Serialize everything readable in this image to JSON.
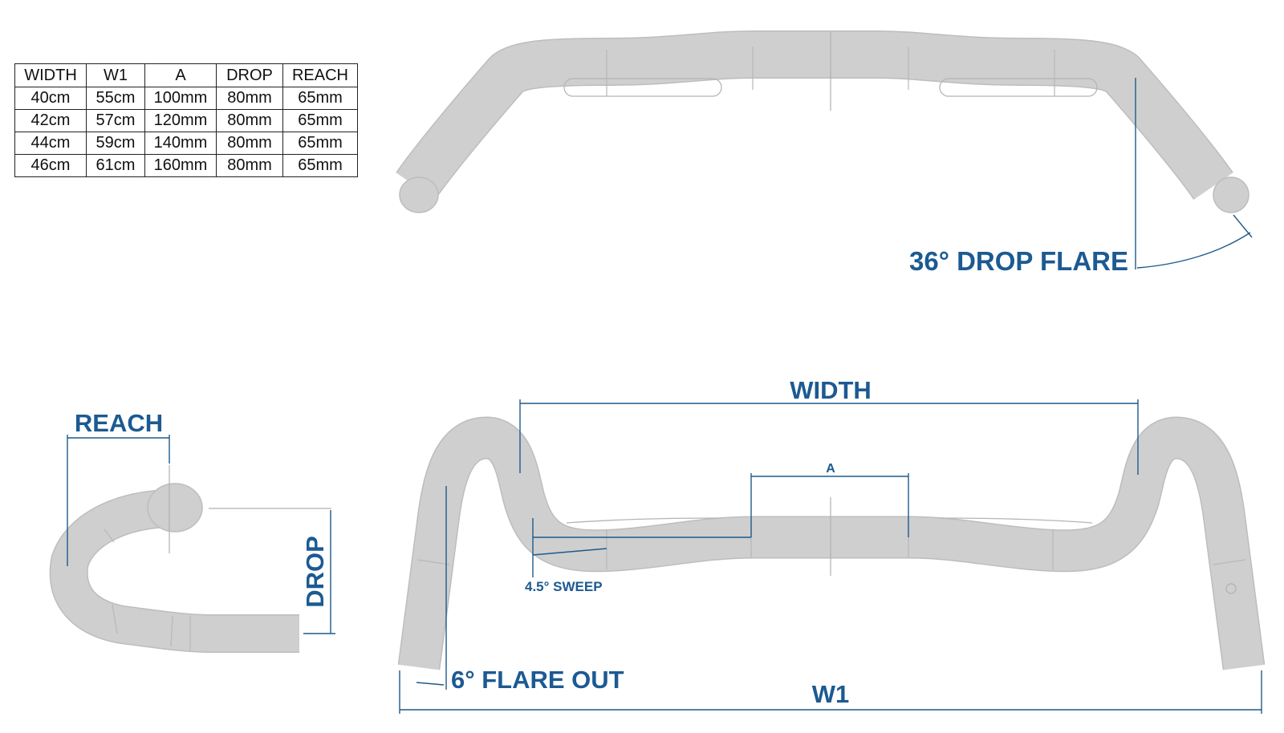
{
  "table": {
    "headers": [
      "WIDTH",
      "W1",
      "A",
      "DROP",
      "REACH"
    ],
    "rows": [
      [
        "40cm",
        "55cm",
        "100mm",
        "80mm",
        "65mm"
      ],
      [
        "42cm",
        "57cm",
        "120mm",
        "80mm",
        "65mm"
      ],
      [
        "44cm",
        "59cm",
        "140mm",
        "80mm",
        "65mm"
      ],
      [
        "46cm",
        "61cm",
        "160mm",
        "80mm",
        "65mm"
      ]
    ]
  },
  "labels": {
    "drop_flare": "36° DROP FLARE",
    "width": "WIDTH",
    "a": "A",
    "sweep": "4.5° SWEEP",
    "flare_out": "6° FLARE OUT",
    "w1": "W1",
    "reach": "REACH",
    "drop": "DROP"
  },
  "colors": {
    "dimension": "#1c5a92",
    "bar": "#cfcfcf",
    "table_border": "#222222"
  }
}
